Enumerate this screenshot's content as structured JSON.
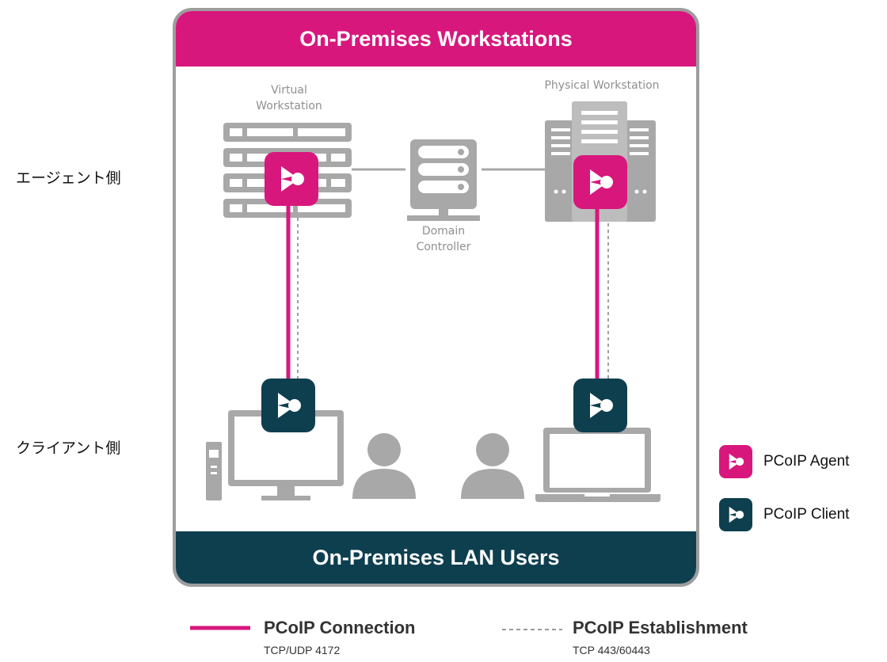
{
  "header": {
    "title": "On-Premises Workstations"
  },
  "footer": {
    "title": "On-Premises LAN Users"
  },
  "nodes": {
    "virtual_workstation_line1": "Virtual",
    "virtual_workstation_line2": "Workstation",
    "physical_workstation": "Physical Workstation",
    "domain_controller_line1": "Domain",
    "domain_controller_line2": "Controller"
  },
  "side_labels": {
    "agent_side": "エージェント側",
    "client_side": "クライアント側"
  },
  "legend": {
    "agent": "PCoIP Agent",
    "client": "PCoIP Client"
  },
  "line_key": {
    "connection_title": "PCoIP Connection",
    "connection_sub": "TCP/UDP 4172",
    "establishment_title": "PCoIP Establishment",
    "establishment_sub": "TCP 443/60443"
  },
  "colors": {
    "agent": "#d8177d",
    "client": "#0e3f4f",
    "device_gray": "#a8a8a8"
  },
  "icons": {
    "agent": "pcoip-agent-icon",
    "client": "pcoip-client-icon",
    "server_rack": "server-rack-icon",
    "tower": "tower-server-icon",
    "domain_controller": "domain-controller-icon",
    "monitor": "monitor-icon",
    "laptop": "laptop-icon",
    "user": "user-icon"
  }
}
